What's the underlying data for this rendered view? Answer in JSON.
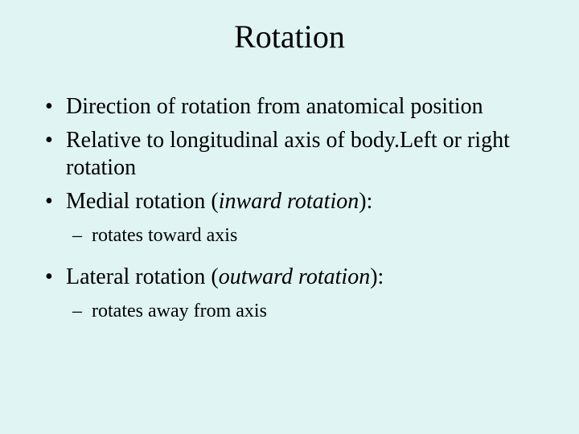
{
  "slide": {
    "title": "Rotation",
    "bullet_glyph": "•",
    "dash_glyph": "–",
    "items": [
      {
        "text": "Direction of rotation from anatomical position"
      },
      {
        "text": "Relative to longitudinal axis of body.Left or right rotation"
      },
      {
        "prefix": "Medial rotation (",
        "italic": "inward rotation",
        "suffix": "):",
        "sub": "rotates toward axis"
      },
      {
        "prefix": "Lateral rotation (",
        "italic": "outward rotation",
        "suffix": "):",
        "sub": "rotates away from axis"
      }
    ]
  }
}
